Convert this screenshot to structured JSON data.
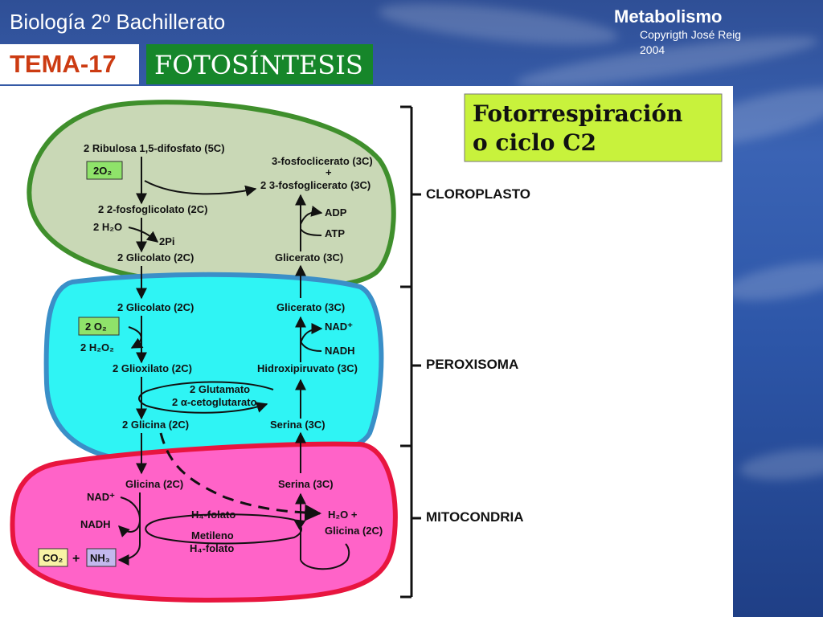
{
  "header": {
    "course": "Biología 2º Bachillerato",
    "subject": "Metabolismo",
    "copyright": "Copyrigth José Reig",
    "year": "2004",
    "tema": "TEMA-17",
    "title": "FOTOSÍNTESIS"
  },
  "diagram": {
    "title_line1": "Fotorrespiración",
    "title_line2": "o ciclo C2",
    "compartments": [
      "CLOROPLASTO",
      "PEROXISOMA",
      "MITOCONDRIA"
    ],
    "chloroplast": {
      "ribulose": "2 Ribulosa 1,5-difosfato (5C)",
      "o2_box": "2O₂",
      "phosphoglycerate_a": "3-fosfoclicerato (3C)",
      "plus": "+",
      "phosphoglycerate_b": "2 3-fosfoglicerato (3C)",
      "phosphoglycolate": "2 2-fosfoglicolato (2C)",
      "water": "2 H₂O",
      "pi": "2Pi",
      "adp": "ADP",
      "atp": "ATP",
      "glycolate": "2 Glicolato (2C)",
      "glycerate": "Glicerato (3C)"
    },
    "peroxisome": {
      "glycolate": "2 Glicolato (2C)",
      "glycerate": "Glicerato (3C)",
      "o2_box": "2 O₂",
      "nad": "NAD⁺",
      "h2o2": "2 H₂O₂",
      "nadh": "NADH",
      "glyoxylate": "2 Glioxilato (2C)",
      "hydroxypyruvate": "Hidroxipiruvato (3C)",
      "glutamate": "2 Glutamato",
      "ketoglutarate": "2 α-cetoglutarato",
      "glycine": "2 Glicina (2C)",
      "serine": "Serina (3C)"
    },
    "mitochondrion": {
      "glycine": "Glicina (2C)",
      "serine": "Serina (3C)",
      "nad": "NAD⁺",
      "h4folate": "H₄-folato",
      "h2o_plus": "H₂O +",
      "nadh": "NADH",
      "glycine2": "Glicina (2C)",
      "methylene": "Metileno",
      "h4folate2": "H₄-folato",
      "co2": "CO₂",
      "plus": "+",
      "nh3": "NH₃"
    }
  },
  "colors": {
    "chloroplast_fill": "#c9d8b6",
    "chloroplast_stroke": "#3f8f2c",
    "peroxisome_fill": "#2ff4f4",
    "peroxisome_stroke": "#3a8fc8",
    "mitochondrion_fill": "#ff63c8",
    "mitochondrion_stroke": "#e8153f",
    "title_box": "#c8f23c",
    "green_box": "#8fe36a",
    "yellow_box": "#f8f3a5",
    "lilac_box": "#c3b8ee",
    "tema_text": "#cc3b12",
    "title_bar": "#16862a"
  }
}
